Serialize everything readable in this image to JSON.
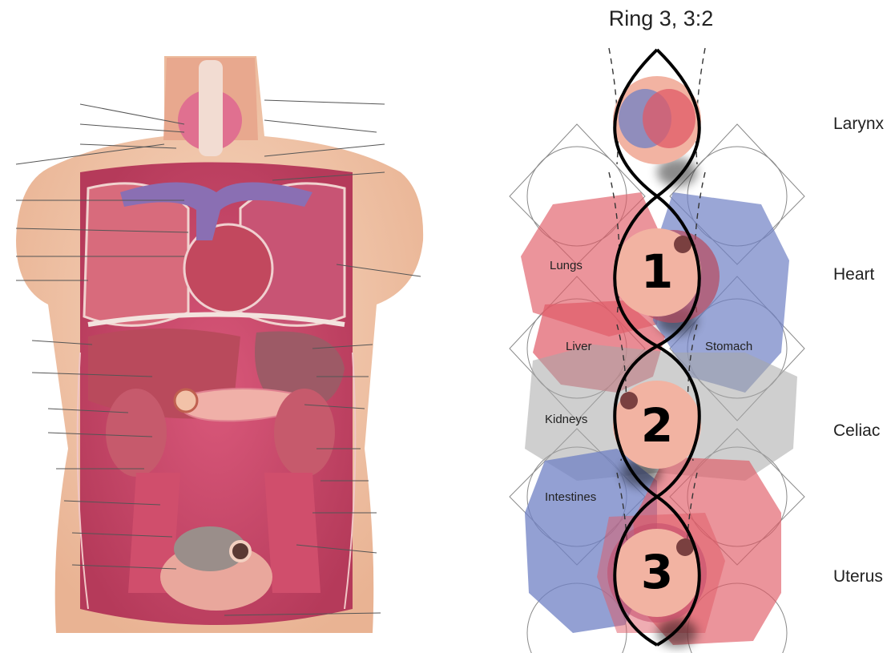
{
  "title": "Ring 3, 3:2",
  "side_labels": [
    "Larynx",
    "Heart",
    "Celiac",
    "Uterus"
  ],
  "organ_labels": {
    "lungs": "Lungs",
    "liver": "Liver",
    "stomach": "Stomach",
    "kidneys": "Kidneys",
    "intestines": "Intestines"
  },
  "ring_numbers": [
    "1",
    "2",
    "3"
  ],
  "colors": {
    "red": "#e05a66",
    "blue": "#6f80c4",
    "grey": "#a8a8a8",
    "peach": "#f2b3a2",
    "skin": "#f3cbb0",
    "tissue": "#e0607a"
  }
}
